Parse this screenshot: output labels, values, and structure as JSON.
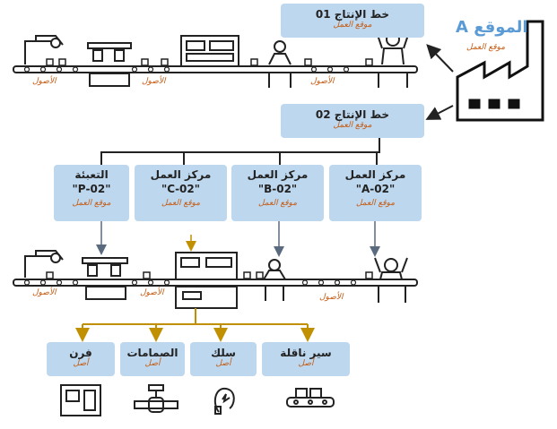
{
  "site": {
    "name": "الموقع A",
    "sub": "موقع العمل"
  },
  "line01": {
    "title": "خط الإنتاج 01",
    "sub": "موقع العمل"
  },
  "line02": {
    "title": "خط الإنتاج 02",
    "sub": "موقع العمل"
  },
  "workcenters": [
    {
      "title": "التعبئة",
      "code": "\"02-P\"",
      "sub": "موقع العمل"
    },
    {
      "title": "مركز العمل",
      "code": "\"02-C\"",
      "sub": "موقع العمل"
    },
    {
      "title": "مركز العمل",
      "code": "\"02-B\"",
      "sub": "موقع العمل"
    },
    {
      "title": "مركز العمل",
      "code": "\"02-A\"",
      "sub": "موقع العمل"
    }
  ],
  "assets_label": "الأصول",
  "assets": [
    {
      "title": "فرن",
      "sub": "أصل",
      "icon": "oven-icon"
    },
    {
      "title": "الصمامات",
      "sub": "أصل",
      "icon": "valve-icon"
    },
    {
      "title": "سلك",
      "sub": "أصل",
      "icon": "wire-icon"
    },
    {
      "title": "سير ناقلة",
      "sub": "أصل",
      "icon": "conveyor-icon"
    }
  ],
  "colors": {
    "box": "#bdd7ee",
    "accent": "#c55a11",
    "connector_gold": "#c09000",
    "connector_dark": "#222222",
    "site_text": "#5b9bd5"
  }
}
